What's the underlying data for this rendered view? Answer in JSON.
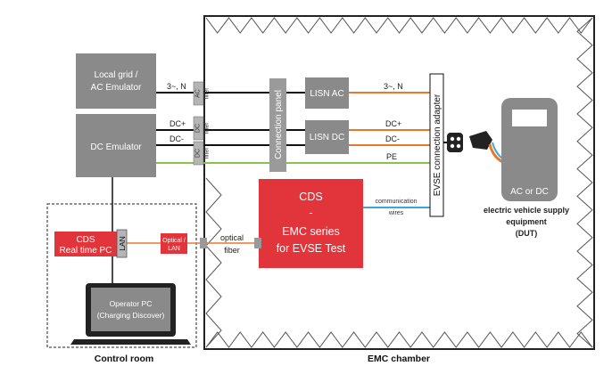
{
  "colors": {
    "gray_box": "#8a8a8a",
    "red_box": "#e2343b",
    "ac_line": "#e8792b",
    "pe_line": "#8bc34a",
    "comm_line": "#3aa7d8",
    "wall_zigzag": "#555555"
  },
  "grid": {
    "line1": "Local grid /",
    "line2": "AC Emulator"
  },
  "dc_emulator": {
    "label": "DC Emulator"
  },
  "filters": {
    "f1_type": "AC",
    "f1_word": "filter",
    "f2_type": "DC",
    "f2_word": "filter",
    "f3_type": "DC",
    "f3_word": "filter"
  },
  "line_labels": {
    "ac_left": "3~, N",
    "dc_plus_left": "DC+",
    "dc_minus_left": "DC-",
    "ac_right": "3~, N",
    "dc_plus_right": "DC+",
    "dc_minus_right": "DC-",
    "pe": "PE"
  },
  "connection_panel": {
    "label": "Connection panel"
  },
  "lisn_ac": {
    "label": "LISN AC"
  },
  "lisn_dc": {
    "label": "LISN DC"
  },
  "evse_adapter": {
    "label": "EVSE connection adapter"
  },
  "dut": {
    "box_label": "AC or DC",
    "caption_line1": "electric vehicle supply",
    "caption_line2": "equipment",
    "caption_line3": "(DUT)"
  },
  "cds_emc": {
    "line1": "CDS",
    "line2": "-",
    "line3": "EMC series",
    "line4": "for EVSE Test"
  },
  "communication": {
    "line1": "communication",
    "line2": "wires"
  },
  "cds_rt": {
    "line1": "CDS",
    "line2": "Real time PC"
  },
  "lan": {
    "label": "LAN"
  },
  "optical_lan": {
    "line1": "Optical /",
    "line2": "LAN"
  },
  "optical_fiber": {
    "line1": "optical",
    "line2": "fiber"
  },
  "operator_pc": {
    "line1": "Operator PC",
    "line2": "(Charging Discover)"
  },
  "captions": {
    "control_room": "Control room",
    "emc_chamber": "EMC chamber"
  }
}
